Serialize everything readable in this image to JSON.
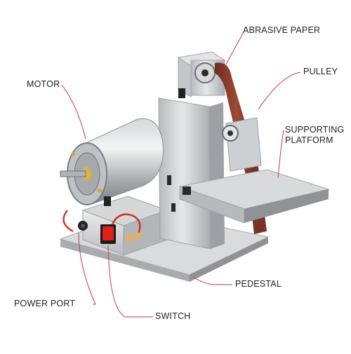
{
  "labels": {
    "abrasive_paper": "ABRASIVE PAPER",
    "pulley": "PULLEY",
    "supporting_platform_line1": "SUPPORTING",
    "supporting_platform_line2": "PLATFORM",
    "motor": "MOTOR",
    "pedestal": "PEDESTAL",
    "power_port": "POWER PORT",
    "switch": "SWITCH"
  },
  "colors": {
    "leader_line": "#c0394b",
    "label_text": "#222222",
    "belt": "#8a3b2c",
    "switch_red": "#e0201b",
    "metal": "#c9cbcd"
  }
}
